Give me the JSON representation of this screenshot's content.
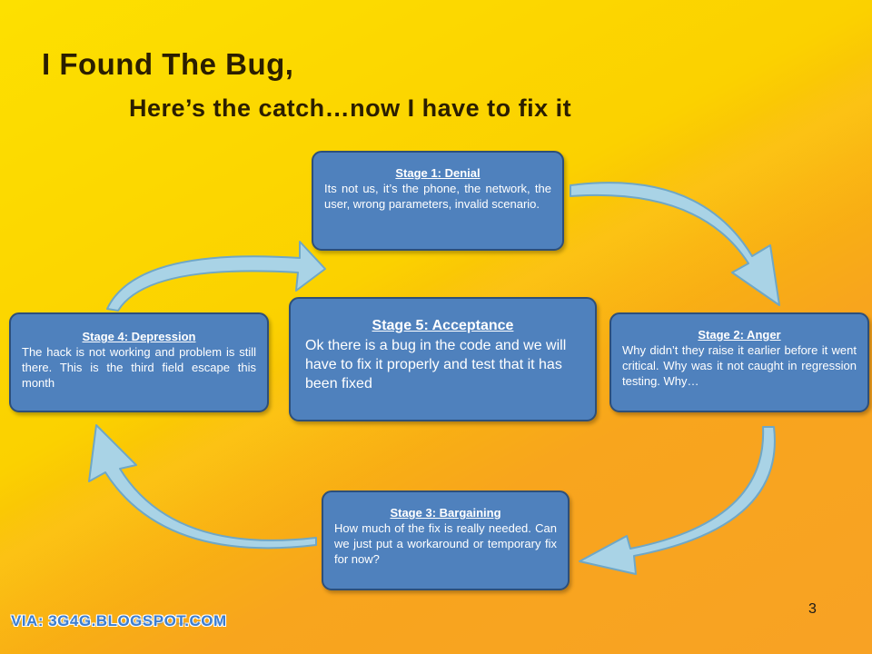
{
  "title": {
    "line1": "I Found The Bug,",
    "line2": "Here’s the catch…now I have to fix it"
  },
  "stages": {
    "stage1": {
      "title": "Stage 1: Denial",
      "body": "Its not us, it’s the phone, the network, the user, wrong parameters, invalid scenario."
    },
    "stage2": {
      "title": "Stage 2: Anger",
      "body": "Why didn’t they raise it earlier before it went critical. Why was it not caught in regression testing. Why…"
    },
    "stage3": {
      "title": "Stage 3: Bargaining",
      "body": "How much of the fix is really needed. Can we just put a workaround or temporary fix for now?"
    },
    "stage4": {
      "title": "Stage 4: Depression",
      "body": "The hack is not working and problem is still there. This is the third field escape this month"
    },
    "stage5": {
      "title": "Stage 5: Acceptance",
      "body": "Ok there is a bug in the code and we will have to fix it properly and test that it has been fixed"
    }
  },
  "page_number": "3",
  "watermark": "VIA: 3G4G.BLOGSPOT.COM",
  "colors": {
    "box_fill": "#4F81BD",
    "box_border": "#2D4F7A",
    "arrow_fill": "#A9D3E6",
    "arrow_stroke": "#6FA7C6"
  }
}
